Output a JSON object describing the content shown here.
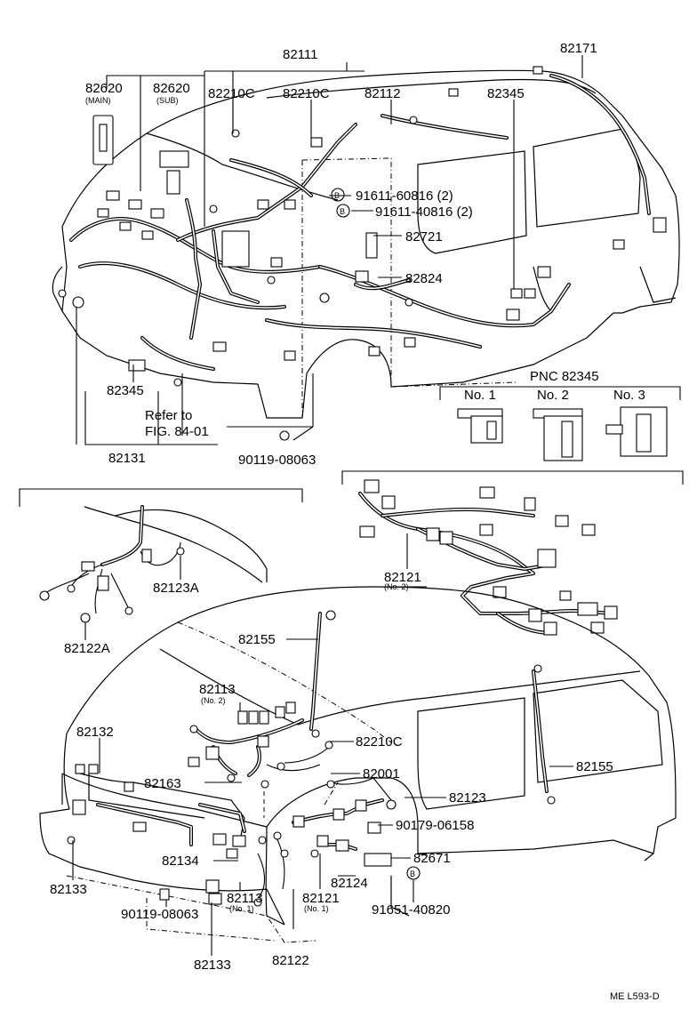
{
  "part_labels": [
    {
      "id": "l82111",
      "text": "82111"
    },
    {
      "id": "l82171",
      "text": "82171"
    },
    {
      "id": "l82620main",
      "text": "82620",
      "sub": "(MAIN)"
    },
    {
      "id": "l82620sub",
      "text": "82620",
      "sub": "(SUB)"
    },
    {
      "id": "l82210c_a",
      "text": "82210C"
    },
    {
      "id": "l82210c_b",
      "text": "82210C"
    },
    {
      "id": "l82112",
      "text": "82112"
    },
    {
      "id": "l82345_top",
      "text": "82345"
    },
    {
      "id": "l91611_60816",
      "text": "91611-60816 (2)"
    },
    {
      "id": "l91611_40816",
      "text": "91611-40816 (2)"
    },
    {
      "id": "l82721",
      "text": "82721"
    },
    {
      "id": "l82824",
      "text": "82824"
    },
    {
      "id": "l82345_left",
      "text": "82345"
    },
    {
      "id": "l82131",
      "text": "82131"
    },
    {
      "id": "l90119_top",
      "text": "90119-08063"
    },
    {
      "id": "l82121_no2",
      "text": "82121",
      "sub": "(No. 2)"
    },
    {
      "id": "l82123a",
      "text": "82123A"
    },
    {
      "id": "l82122a",
      "text": "82122A"
    },
    {
      "id": "l82155_top",
      "text": "82155"
    },
    {
      "id": "l82113_no2",
      "text": "82113",
      "sub": "(No. 2)"
    },
    {
      "id": "l82132",
      "text": "82132"
    },
    {
      "id": "l82210c_c",
      "text": "82210C"
    },
    {
      "id": "l82001",
      "text": "82001"
    },
    {
      "id": "l82163",
      "text": "82163"
    },
    {
      "id": "l82123",
      "text": "82123"
    },
    {
      "id": "l82155_right",
      "text": "82155"
    },
    {
      "id": "l90179",
      "text": "90179-06158"
    },
    {
      "id": "l82671",
      "text": "82671"
    },
    {
      "id": "l82134",
      "text": "82134"
    },
    {
      "id": "l82124",
      "text": "82124"
    },
    {
      "id": "l82133_left",
      "text": "82133"
    },
    {
      "id": "l90119_bot",
      "text": "90119-08063"
    },
    {
      "id": "l82113_no1",
      "text": "82113",
      "sub": "(No. 1)"
    },
    {
      "id": "l82121_no1",
      "text": "82121",
      "sub": "(No. 1)"
    },
    {
      "id": "l91651",
      "text": "91651-40820"
    },
    {
      "id": "l82133_bot",
      "text": "82133"
    },
    {
      "id": "l82122",
      "text": "82122"
    }
  ],
  "reference": {
    "line1": "Refer to",
    "line2": "FIG. 84-01"
  },
  "pnc_box": {
    "title": "PNC 82345",
    "variants": [
      "No. 1",
      "No. 2",
      "No. 3"
    ]
  },
  "bolt_marker": "B",
  "drawing_code": "ME L593-D"
}
